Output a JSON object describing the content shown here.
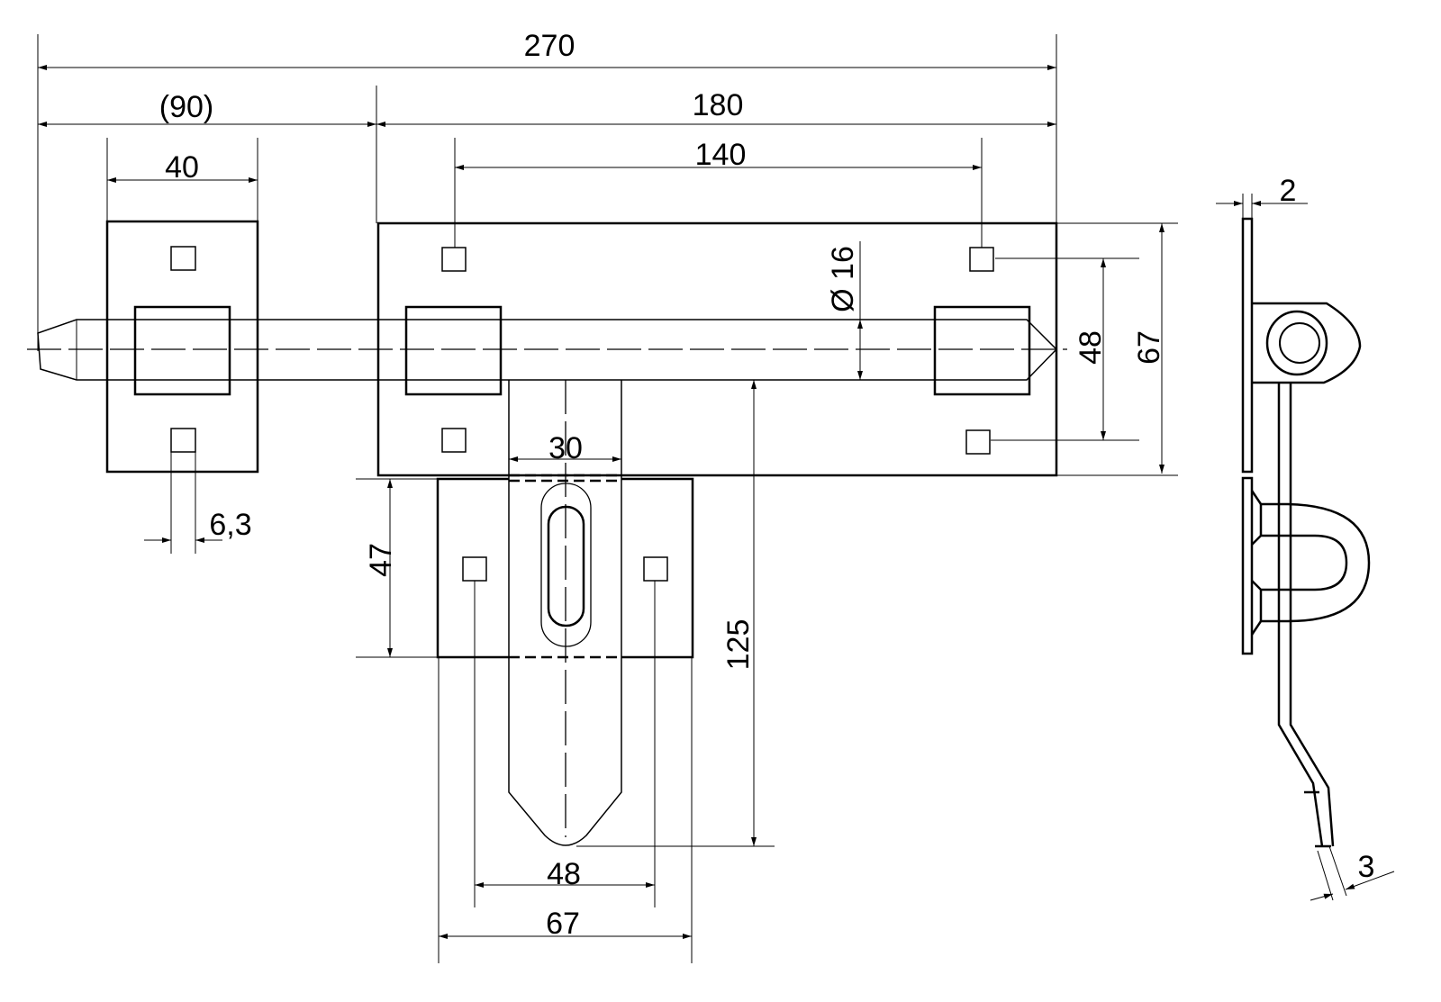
{
  "dimensions": {
    "overall_length": "270",
    "offset_left": "(90)",
    "plate_length": "180",
    "hole_spacing": "140",
    "small_plate_width": "40",
    "bolt_diameter": "Ø 16",
    "hole_vertical_spacing": "48",
    "plate_height": "67",
    "handle_length": "125",
    "catch_height": "47",
    "handle_width": "30",
    "hole_size": "6,3",
    "catch_hole_spacing": "48",
    "catch_width": "67",
    "plate_thickness": "2",
    "handle_thickness": "3"
  }
}
